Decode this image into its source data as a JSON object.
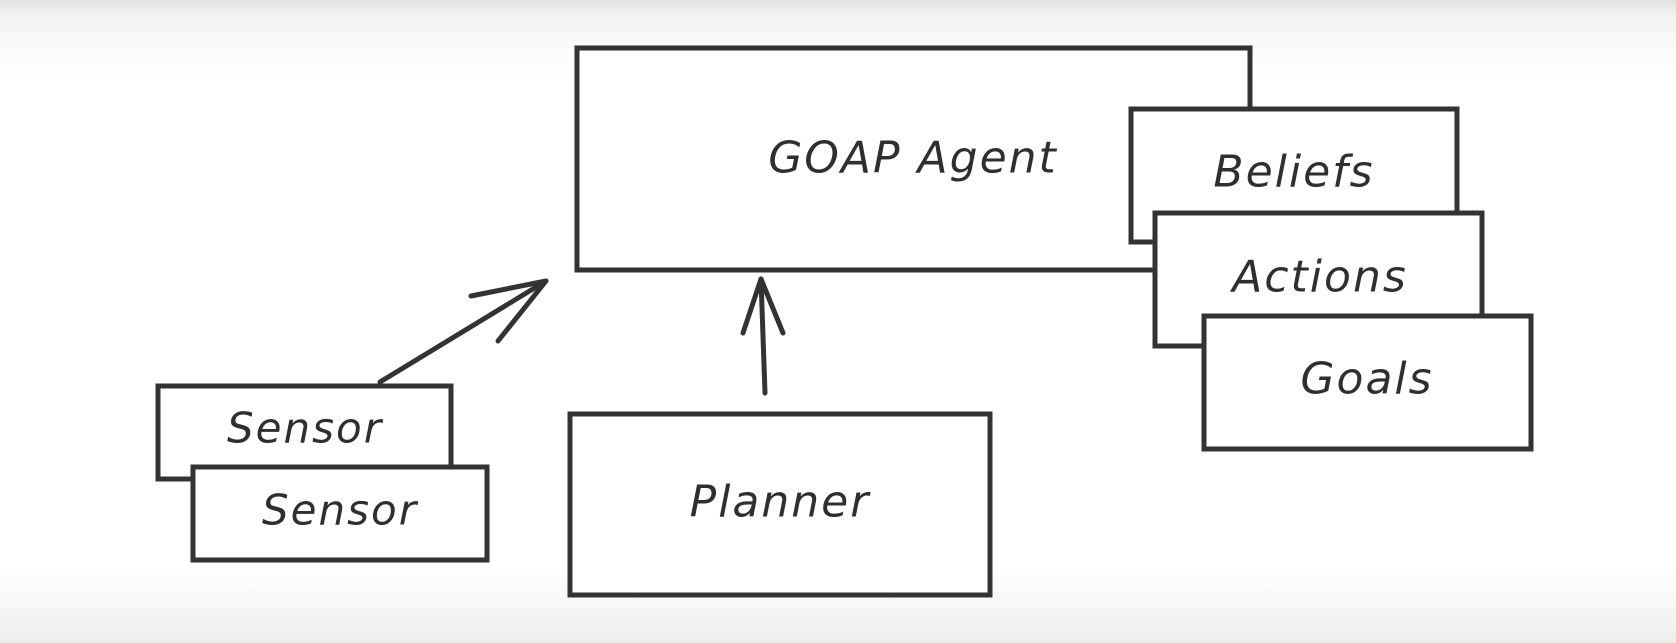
{
  "diagram": {
    "agent": {
      "label": "GOAP Agent"
    },
    "beliefs": {
      "label": "Beliefs"
    },
    "actions": {
      "label": "Actions"
    },
    "goals": {
      "label": "Goals"
    },
    "planner": {
      "label": "Planner"
    },
    "sensors": [
      {
        "label": "Sensor"
      },
      {
        "label": "Sensor"
      }
    ],
    "colors": {
      "stroke": "#333336",
      "text": "#2f2f33",
      "fill": "#ffffff"
    }
  }
}
